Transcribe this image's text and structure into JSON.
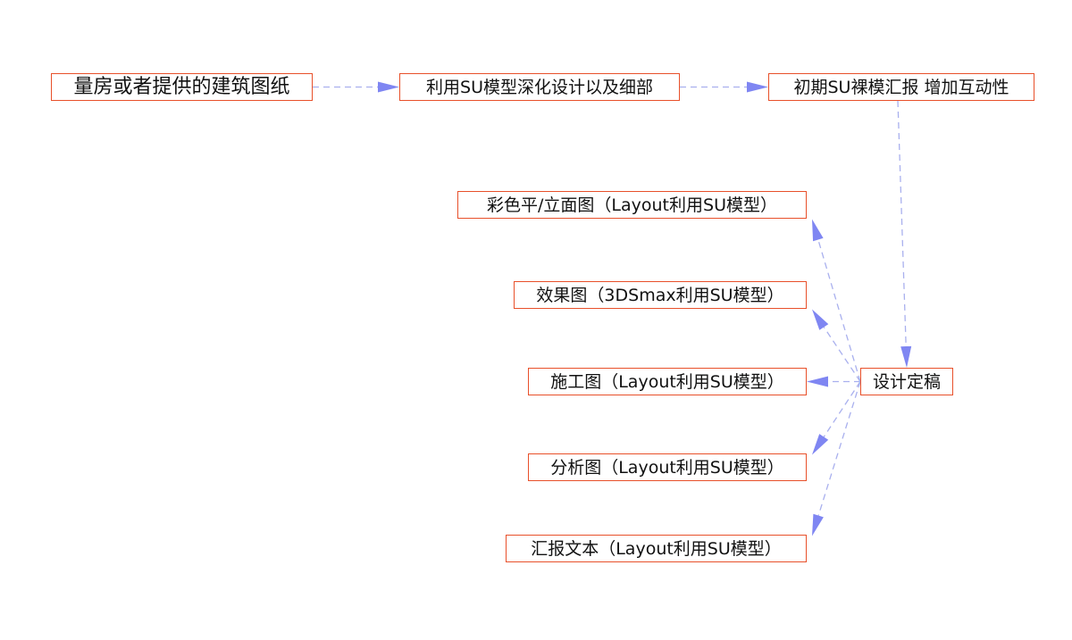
{
  "diagram": {
    "nodes": [
      {
        "id": "n1",
        "label": "量房或者提供的建筑图纸"
      },
      {
        "id": "n2",
        "label": "利用SU模型深化设计以及细部"
      },
      {
        "id": "n3",
        "label": "初期SU裸模汇报 增加互动性"
      },
      {
        "id": "n4",
        "label": "设计定稿"
      },
      {
        "id": "o1",
        "label": "彩色平/立面图（Layout利用SU模型）"
      },
      {
        "id": "o2",
        "label": "效果图（3DSmax利用SU模型）"
      },
      {
        "id": "o3",
        "label": "施工图（Layout利用SU模型）"
      },
      {
        "id": "o4",
        "label": "分析图（Layout利用SU模型）"
      },
      {
        "id": "o5",
        "label": "汇报文本（Layout利用SU模型）"
      }
    ],
    "edges": [
      {
        "from": "n1",
        "to": "n2"
      },
      {
        "from": "n2",
        "to": "n3"
      },
      {
        "from": "n3",
        "to": "n4"
      },
      {
        "from": "n4",
        "to": "o1"
      },
      {
        "from": "n4",
        "to": "o2"
      },
      {
        "from": "n4",
        "to": "o3"
      },
      {
        "from": "n4",
        "to": "o4"
      },
      {
        "from": "n4",
        "to": "o5"
      }
    ],
    "colors": {
      "node_border": "#e8502a",
      "edge_line": "#a9b0ee",
      "arrow_head": "#7f86f2"
    }
  }
}
